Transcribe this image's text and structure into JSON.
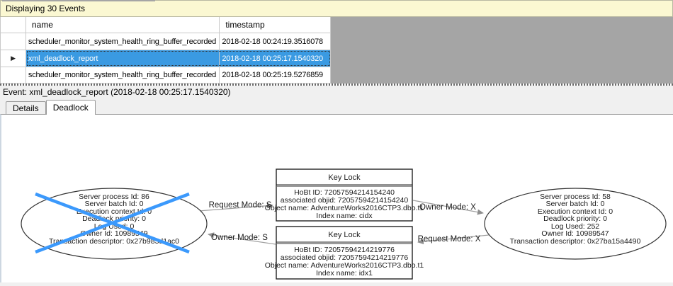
{
  "window": {
    "events_bar": "Displaying 30 Events",
    "event_label": "Event: xml_deadlock_report (2018-02-18 00:25:17.1540320)"
  },
  "table": {
    "columns": {
      "name": "name",
      "timestamp": "timestamp"
    },
    "rows": [
      {
        "name": "scheduler_monitor_system_health_ring_buffer_recorded",
        "timestamp": "2018-02-18 00:24:19.3516078"
      },
      {
        "name": "xml_deadlock_report",
        "timestamp": "2018-02-18 00:25:17.1540320"
      },
      {
        "name": "scheduler_monitor_system_health_ring_buffer_recorded",
        "timestamp": "2018-02-18 00:25:19.5276859"
      }
    ],
    "selected_row_index": 1,
    "selected_row_marker": "▶"
  },
  "tabs": {
    "details": "Details",
    "deadlock": "Deadlock",
    "active": "Deadlock"
  },
  "graph": {
    "process_left": {
      "victim": true,
      "lines": [
        "Server process Id: 86",
        "Server batch Id: 0",
        "Execution context Id: 0",
        "Deadlock priority: 0",
        "Log Used: 0",
        "Owner Id: 10989549",
        "Transaction descriptor: 0x27b985d1ac0"
      ]
    },
    "process_right": {
      "victim": false,
      "lines": [
        "Server process Id: 58",
        "Server batch Id: 0",
        "Execution context Id: 0",
        "Deadlock priority: 0",
        "Log Used: 252",
        "Owner Id: 10989547",
        "Transaction descriptor: 0x27ba15a4490"
      ]
    },
    "resource_top": {
      "title": "Key Lock",
      "lines": [
        "HoBt ID: 72057594214154240",
        "associated objid: 72057594214154240",
        "Object name: AdventureWorks2016CTP3.dbo.t1",
        "Index name: cidx"
      ]
    },
    "resource_bottom": {
      "title": "Key Lock",
      "lines": [
        "HoBt ID: 72057594214219776",
        "associated objid: 72057594214219776",
        "Object name: AdventureWorks2016CTP3.dbo.t1",
        "Index name: idx1"
      ]
    },
    "edges": {
      "request_s": "Request Mode: S",
      "owner_s": "Owner Mode: S",
      "owner_x": "Owner Mode: X",
      "request_x": "Request Mode: X"
    }
  },
  "colors": {
    "selection_blue": "#3a9ae2",
    "victim_cross_blue": "#3b99fc",
    "info_bar_yellow": "#fbf8d2",
    "filler_gray": "#a5a5a5",
    "edge_gray": "#a0a0a0"
  }
}
